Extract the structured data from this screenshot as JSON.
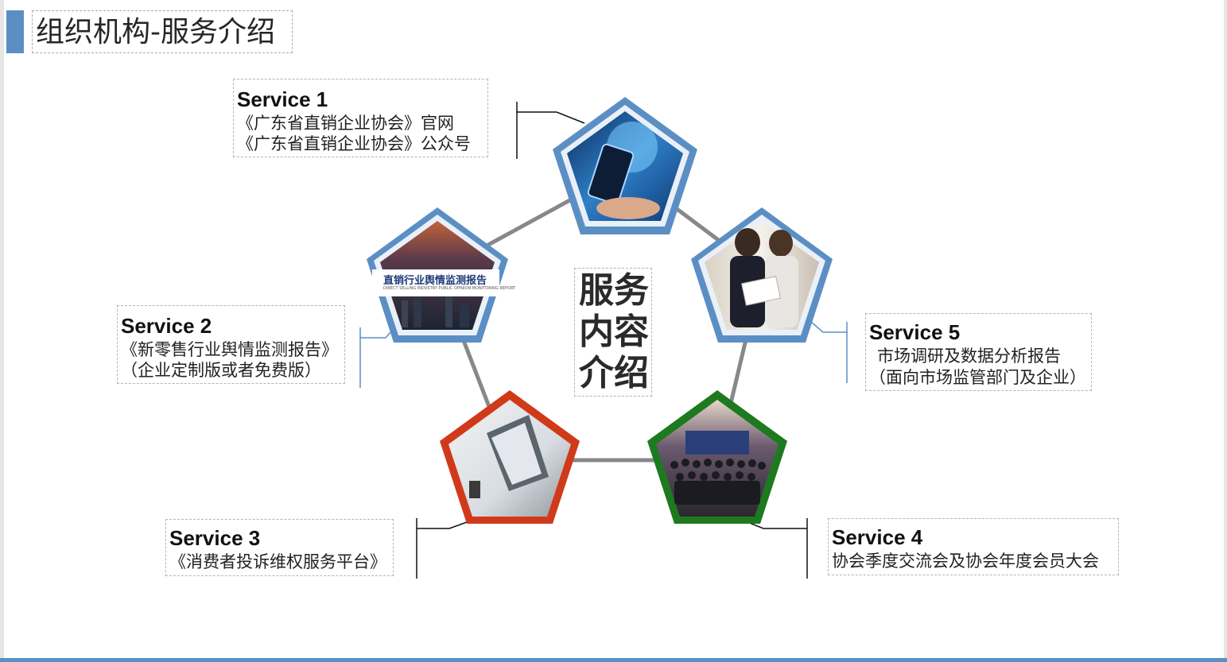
{
  "page": {
    "title": "组织机构-服务介绍"
  },
  "center": {
    "lines": [
      "服务",
      "内容",
      "介绍"
    ]
  },
  "services": [
    {
      "title": "Service 1",
      "lines": [
        "《广东省直销企业协会》官网",
        "《广东省直销企业协会》公众号"
      ],
      "frame_color": "#5b8fc4"
    },
    {
      "title": "Service 2",
      "lines": [
        "《新零售行业舆情监测报告》",
        "（企业定制版或者免费版）"
      ],
      "frame_color": "#5b8fc4"
    },
    {
      "title": "Service 3",
      "lines": [
        "《消费者投诉维权服务平台》"
      ],
      "frame_color": "#d03a1a"
    },
    {
      "title": "Service 4",
      "lines": [
        "协会季度交流会及协会年度会员大会"
      ],
      "frame_color": "#1e7a1e"
    },
    {
      "title": "Service 5",
      "lines": [
        "市场调研及数据分析报告",
        "（面向市场监管部门及企业）"
      ],
      "frame_color": "#5b8fc4"
    }
  ],
  "report_cover": {
    "title": "直销行业舆情监测报告",
    "subtitle": "DIRECT SELLING INDUSTRY PUBLIC OPINION MONITORING REPORT"
  },
  "colors": {
    "accent": "#5b8fc4",
    "connector": "#888888"
  }
}
